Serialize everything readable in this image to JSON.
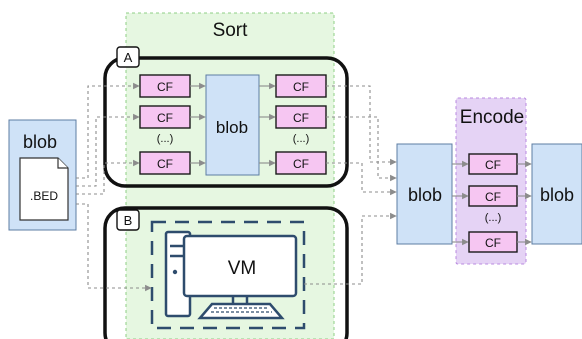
{
  "regions": {
    "sort_label": "Sort",
    "encode_label": "Encode"
  },
  "panels": {
    "a_label": "A",
    "b_label": "B"
  },
  "nodes": {
    "blob_label": "blob",
    "file_label": ".BED",
    "cf_label": "CF",
    "ellipsis_label": "(...)",
    "vm_label": "VM"
  },
  "colors": {
    "sort_region": "#e6f7e1",
    "encode_region": "#e5d3f5",
    "blob": "#cfe2f7",
    "cf": "#f6c6f2",
    "vm_outline": "#2e4c6d"
  },
  "icons": {
    "document": "document-icon",
    "computer": "desktop-computer-icon"
  }
}
